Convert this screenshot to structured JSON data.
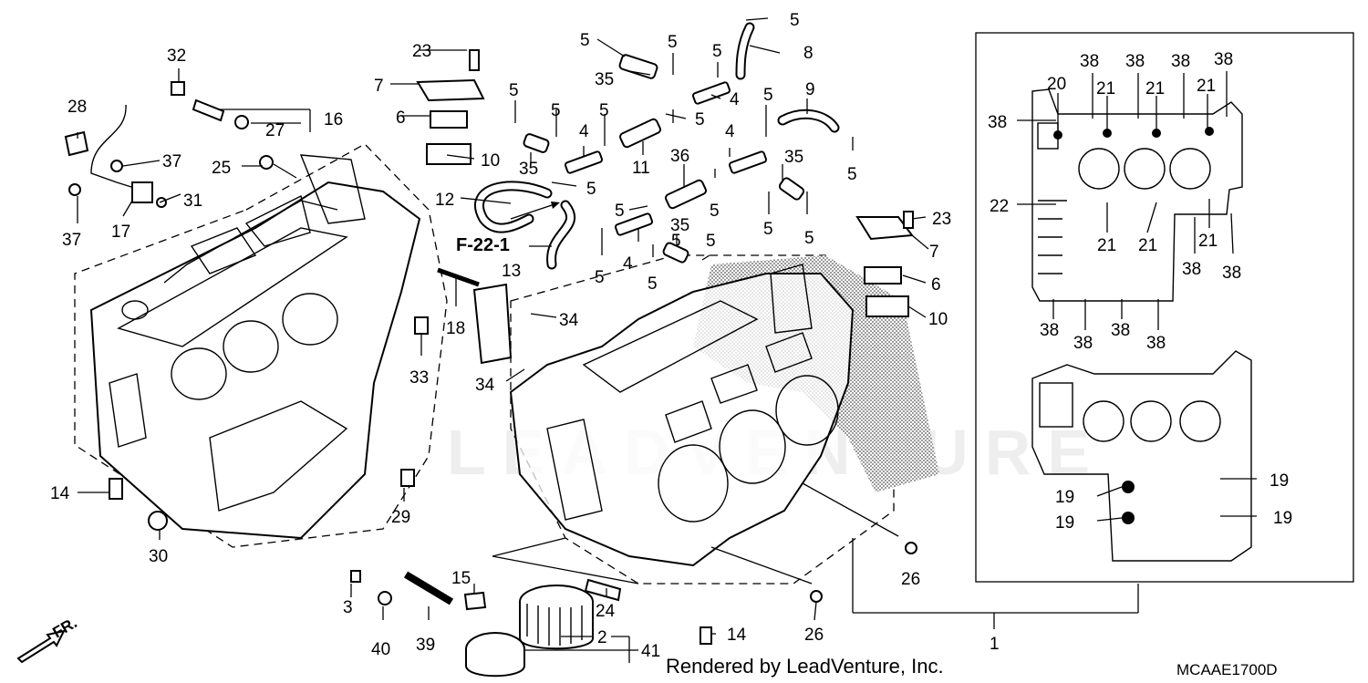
{
  "watermark": "LEADVENTURE",
  "footer": {
    "credit": "Rendered by LeadVenture, Inc.",
    "diagram_code": "MCAAE1700D",
    "front_indicator": "FR."
  },
  "reference_label": "F-22-1",
  "callouts": {
    "c1": "1",
    "c2": "2",
    "c3": "3",
    "c4": "4",
    "c5": "5",
    "c6": "6",
    "c7": "7",
    "c8": "8",
    "c9": "9",
    "c10": "10",
    "c11": "11",
    "c12": "12",
    "c13": "13",
    "c14": "14",
    "c15": "15",
    "c16": "16",
    "c17": "17",
    "c18": "18",
    "c19": "19",
    "c20": "20",
    "c21": "21",
    "c22": "22",
    "c23": "23",
    "c24": "24",
    "c25": "25",
    "c26": "26",
    "c27": "27",
    "c28": "28",
    "c29": "29",
    "c30": "30",
    "c31": "31",
    "c32": "32",
    "c33": "33",
    "c34": "34",
    "c35": "35",
    "c36": "36",
    "c37": "37",
    "c38": "38",
    "c39": "39",
    "c40": "40",
    "c41": "41"
  }
}
